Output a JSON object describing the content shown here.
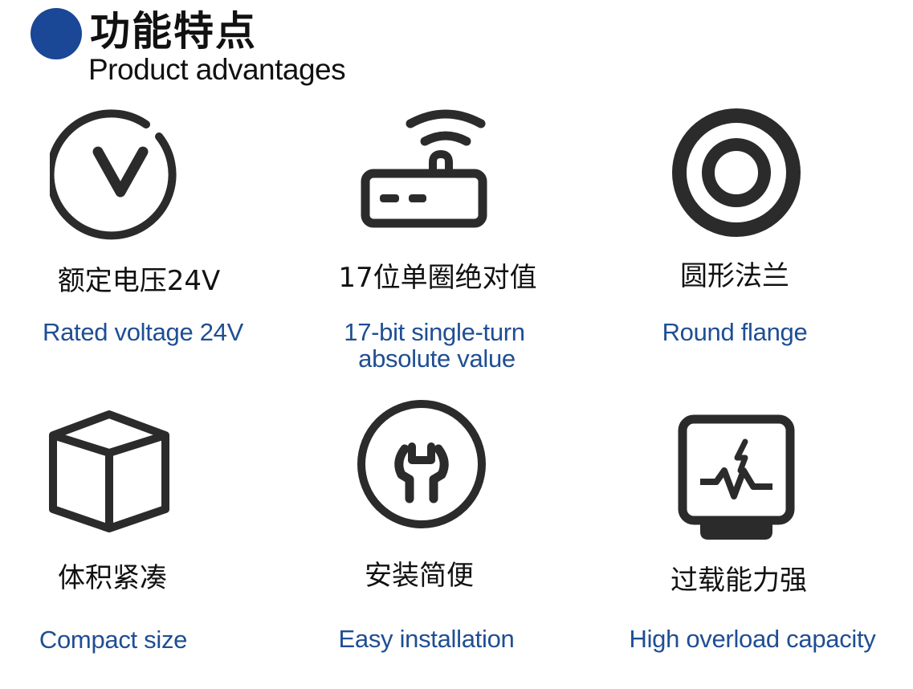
{
  "header": {
    "title_cn": "功能特点",
    "title_en": "Product advantages"
  },
  "colors": {
    "accent": "#1a4796",
    "english_text": "#1f4e93",
    "icon": "#2b2b2b"
  },
  "features": [
    {
      "icon": "voltage-v-icon",
      "title_cn": "额定电压24V",
      "title_en": "Rated voltage 24V"
    },
    {
      "icon": "wireless-router-icon",
      "title_cn": "17位单圈绝对值",
      "title_en_line1": "17-bit single-turn",
      "title_en_line2": "absolute value"
    },
    {
      "icon": "round-flange-icon",
      "title_cn": "圆形法兰",
      "title_en": "Round flange"
    },
    {
      "icon": "cube-icon",
      "title_cn": "体积紧凑",
      "title_en": "Compact size"
    },
    {
      "icon": "wrench-icon",
      "title_cn": "安装简便",
      "title_en": "Easy installation"
    },
    {
      "icon": "overload-monitor-icon",
      "title_cn": "过载能力强",
      "title_en": "High overload capacity"
    }
  ]
}
